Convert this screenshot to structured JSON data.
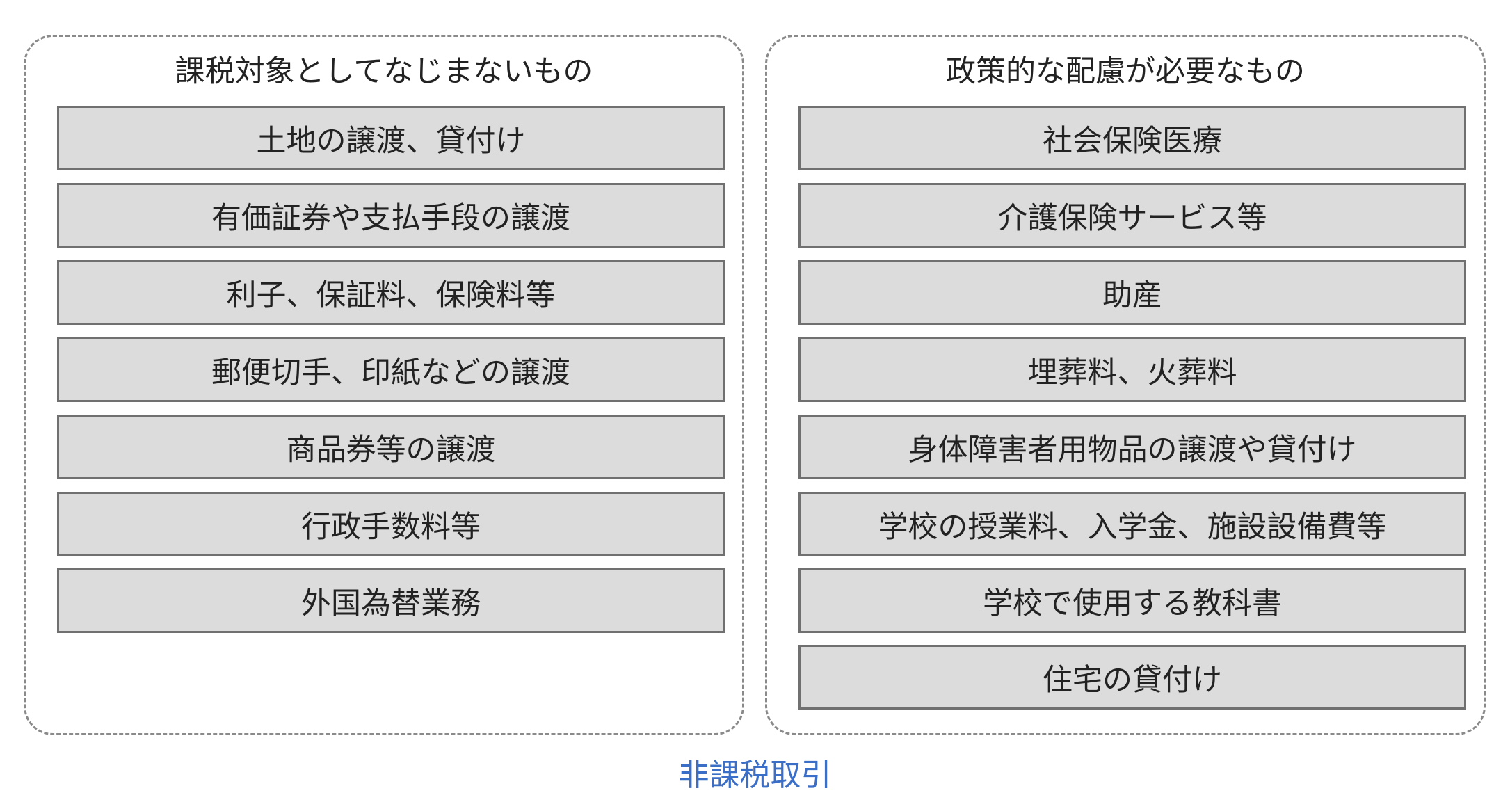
{
  "groups": [
    {
      "title": "課税対象としてなじまないもの",
      "items": [
        "土地の譲渡、貸付け",
        "有価証券や支払手段の譲渡",
        "利子、保証料、保険料等",
        "郵便切手、印紙などの譲渡",
        "商品券等の譲渡",
        "行政手数料等",
        "外国為替業務"
      ]
    },
    {
      "title": "政策的な配慮が必要なもの",
      "items": [
        "社会保険医療",
        "介護保険サービス等",
        "助産",
        "埋葬料、火葬料",
        "身体障害者用物品の譲渡や貸付け",
        "学校の授業料、入学金、施設設備費等",
        "学校で使用する教科書",
        "住宅の貸付け"
      ]
    }
  ],
  "footer_label": "非課税取引",
  "colors": {
    "footer_text": "#3b6fc7",
    "item_fill": "#dcdcdc",
    "item_border": "#707070",
    "group_border": "#8a8a8a"
  }
}
